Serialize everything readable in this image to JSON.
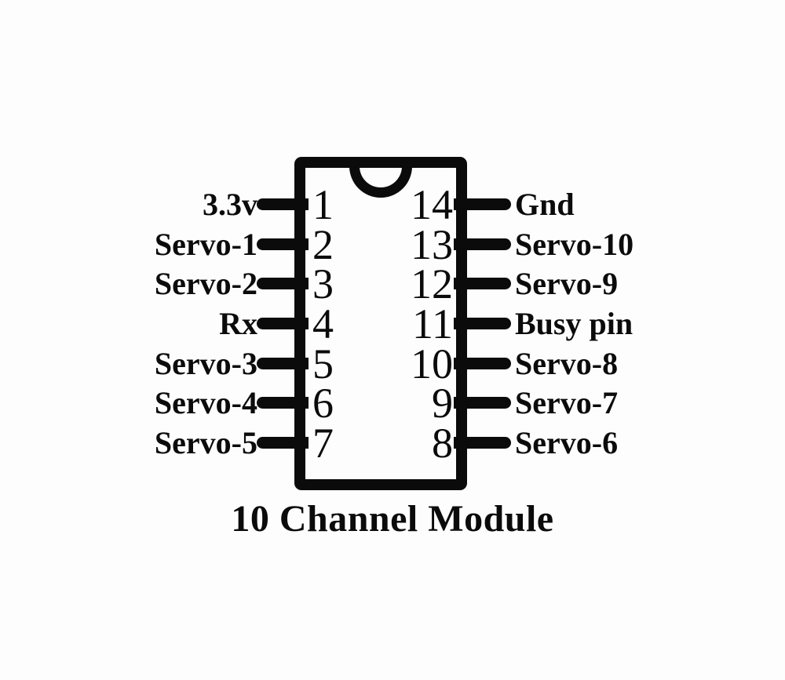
{
  "title": "10 Channel Module",
  "chip": {
    "left_pins": [
      {
        "num": "1",
        "label": "3.3v"
      },
      {
        "num": "2",
        "label": "Servo-1"
      },
      {
        "num": "3",
        "label": "Servo-2"
      },
      {
        "num": "4",
        "label": "Rx"
      },
      {
        "num": "5",
        "label": "Servo-3"
      },
      {
        "num": "6",
        "label": "Servo-4"
      },
      {
        "num": "7",
        "label": "Servo-5"
      }
    ],
    "right_pins": [
      {
        "num": "14",
        "label": "Gnd"
      },
      {
        "num": "13",
        "label": "Servo-10"
      },
      {
        "num": "12",
        "label": "Servo-9"
      },
      {
        "num": "11",
        "label": "Busy pin"
      },
      {
        "num": "10",
        "label": "Servo-8"
      },
      {
        "num": "9",
        "label": "Servo-7"
      },
      {
        "num": "8",
        "label": "Servo-6"
      }
    ]
  },
  "colors": {
    "ink": "#0b0b0b",
    "background": "#fdfdfd"
  }
}
